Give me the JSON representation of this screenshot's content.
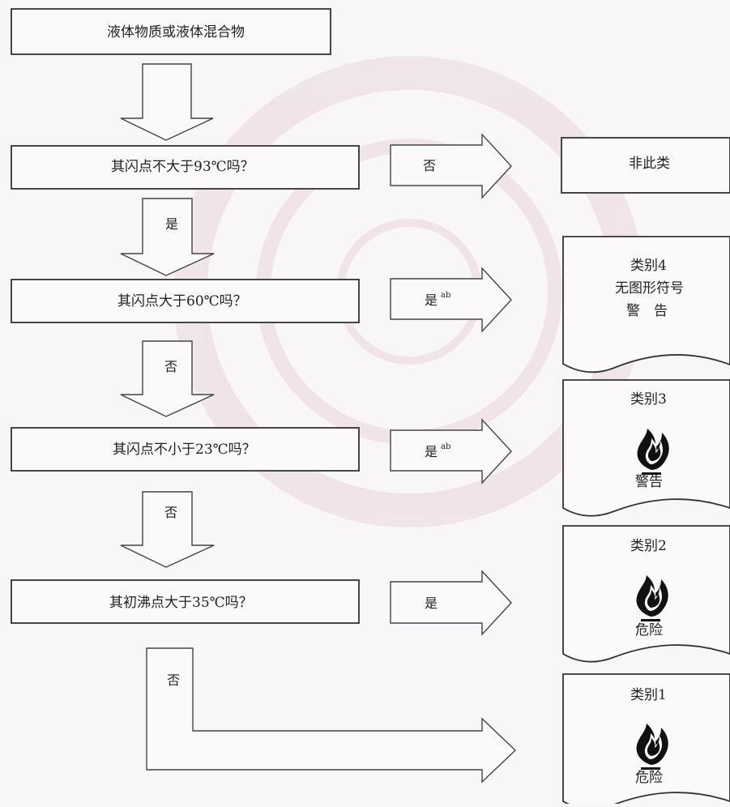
{
  "diagram": {
    "start": "液体物质或液体混合物",
    "questions": {
      "q1": "其闪点不大于93℃吗？",
      "q2": "其闪点大于60℃吗？",
      "q3": "其闪点不小于23℃吗？",
      "q4": "其初沸点大于35℃吗？"
    },
    "arrows": {
      "down1": "是",
      "down2": "否",
      "down3": "否",
      "down4": "否",
      "right1": "否",
      "right2": "是",
      "right2_sup": "ab",
      "right3": "是",
      "right3_sup": "ab",
      "right4": "是"
    },
    "results": {
      "r1": "非此类",
      "r2_title": "类别4",
      "r2_line2": "无图形符号",
      "r2_signal": "警　告",
      "r3_title": "类别3",
      "r3_signal": "警告",
      "r4_title": "类别2",
      "r4_signal": "危险",
      "r5_title": "类别1",
      "r5_signal": "危险"
    }
  }
}
